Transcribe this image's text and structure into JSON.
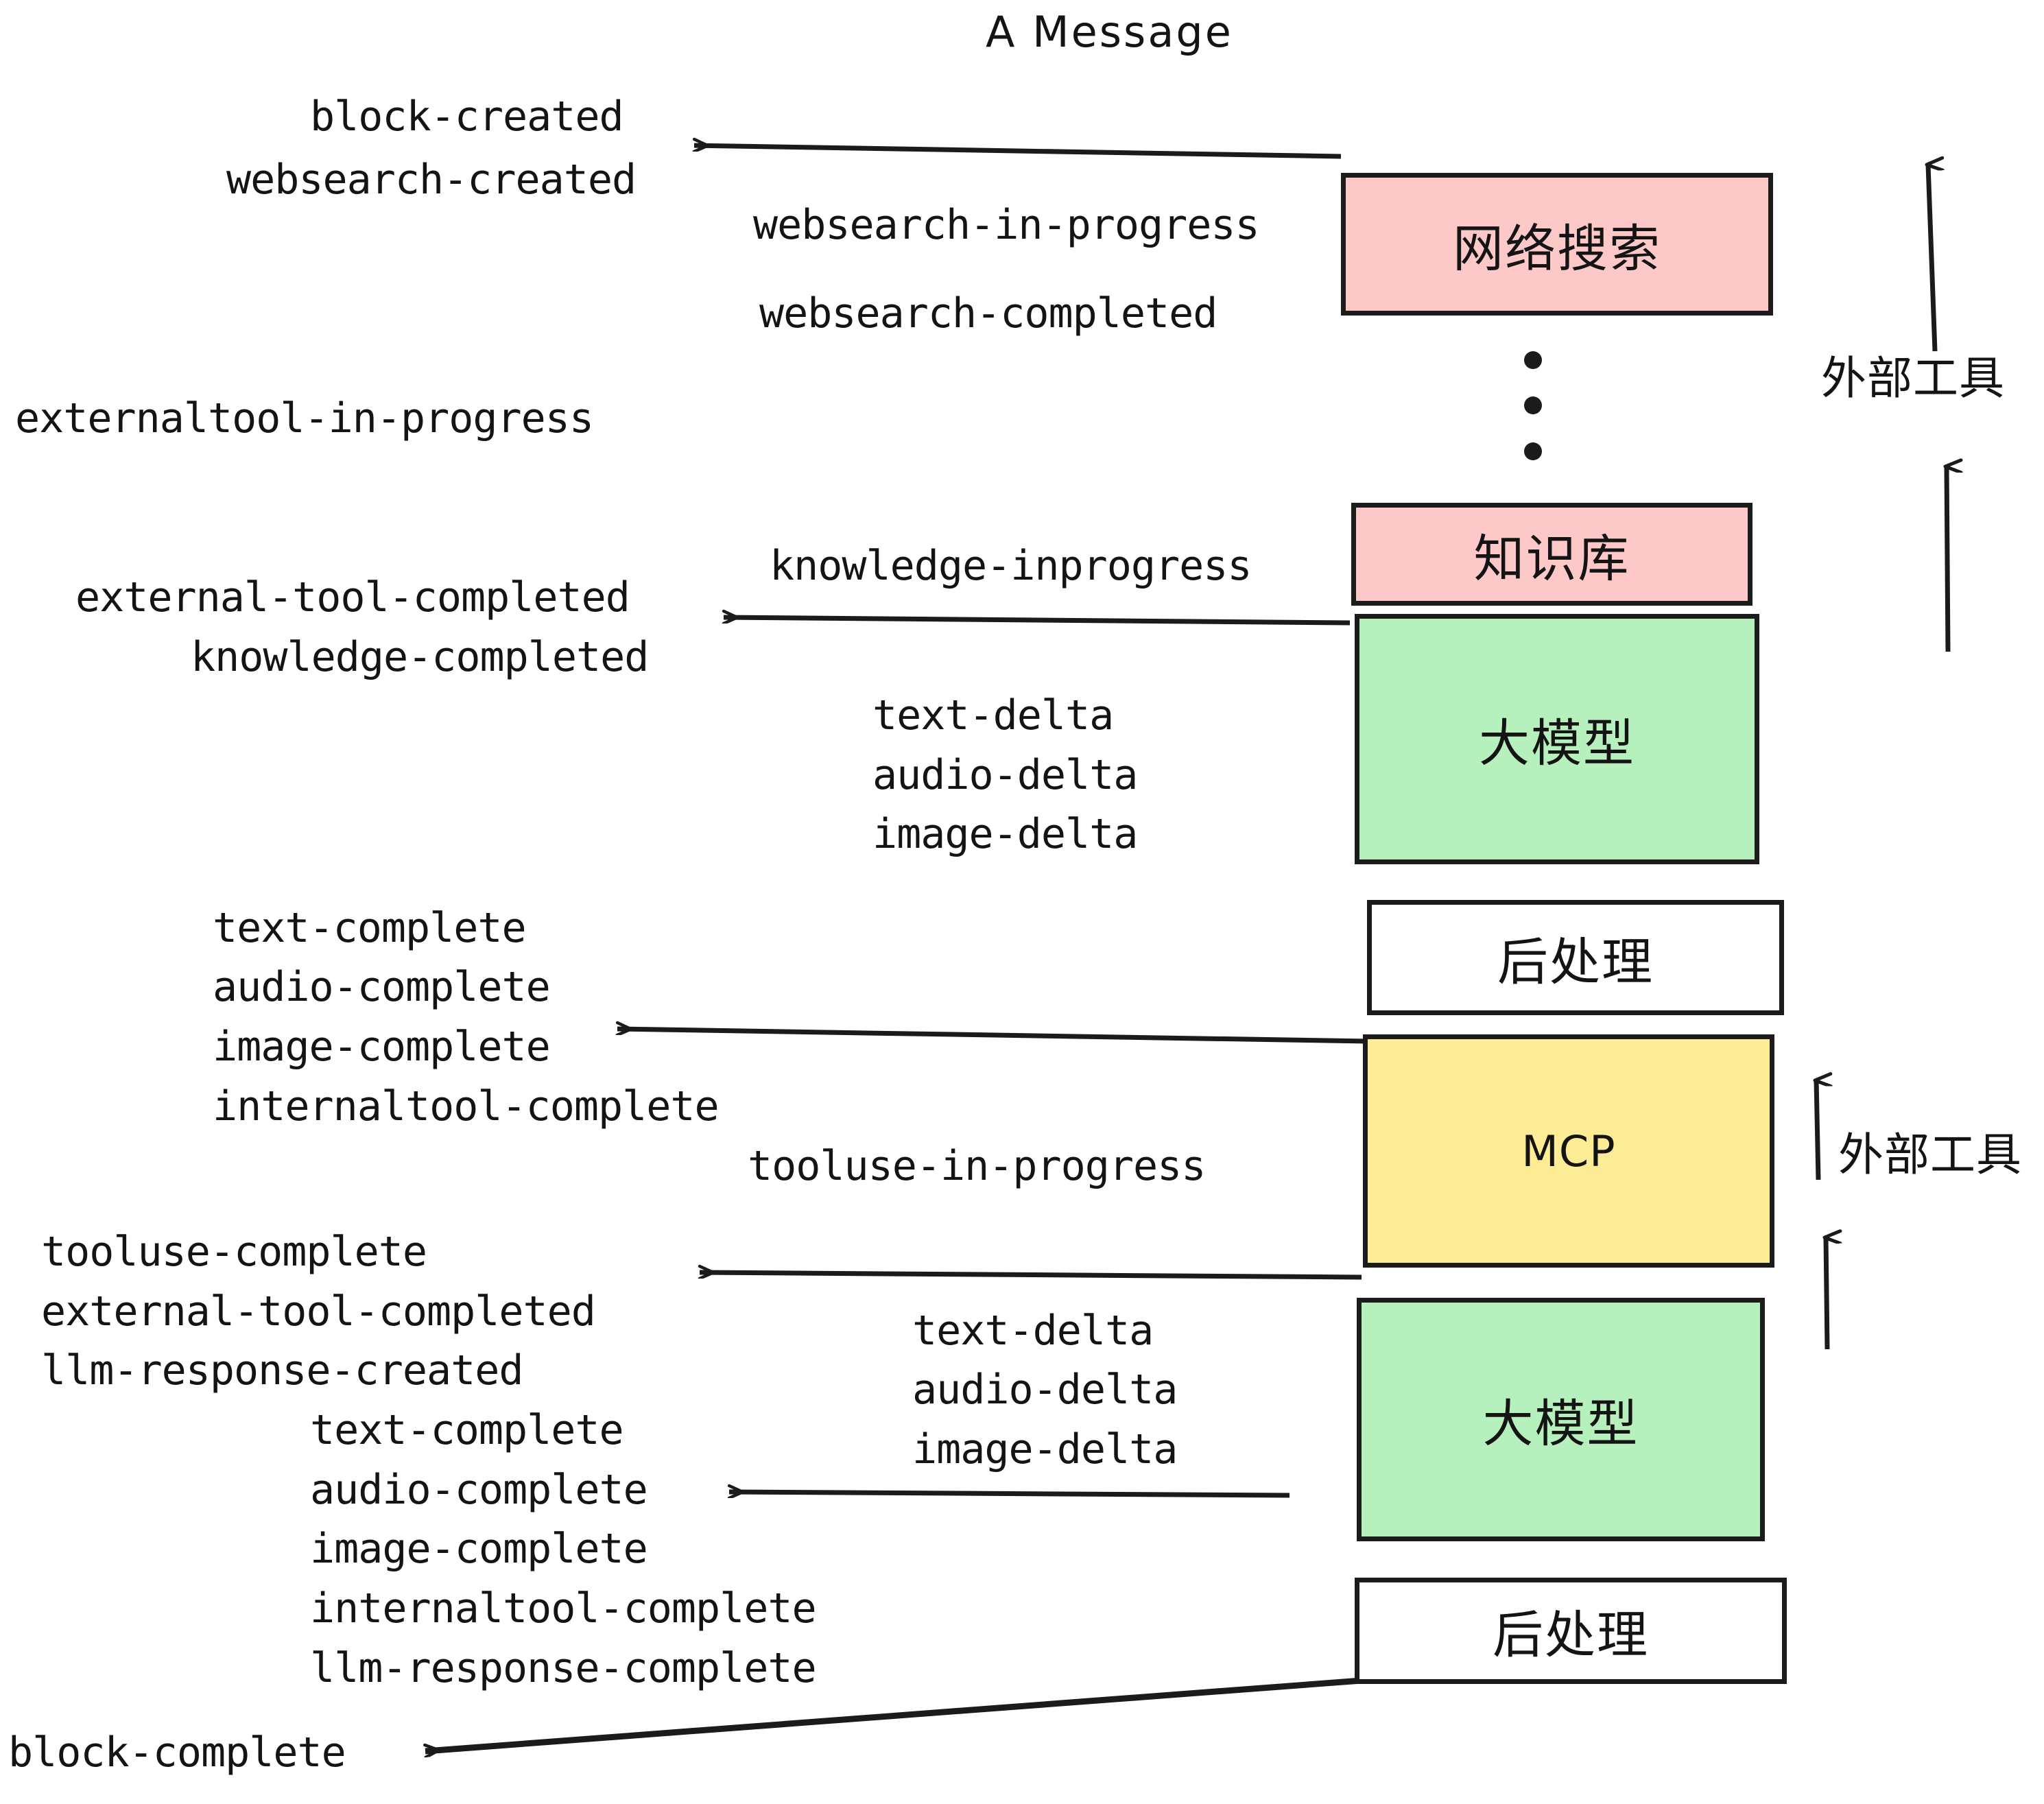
{
  "diagram": {
    "title": "A Message",
    "colors": {
      "pink": "#FDC8C8",
      "green": "#B6F0BD",
      "yellow": "#FCEC95",
      "white": "#FFFFFF",
      "stroke": "#1B1B1B",
      "text": "#141414",
      "background": "#FFFFFF"
    }
  },
  "nodes": [
    {
      "id": "websearch",
      "label": "网络搜索",
      "fill": "#FDC8C8"
    },
    {
      "id": "knowledge",
      "label": "知识库",
      "fill": "#FDC8C8"
    },
    {
      "id": "llm1",
      "label": "大模型",
      "fill": "#B6F0BD"
    },
    {
      "id": "postproc1",
      "label": "后处理",
      "fill": "#FFFFFF"
    },
    {
      "id": "mcp",
      "label": "MCP",
      "fill": "#FCEC95"
    },
    {
      "id": "llm2",
      "label": "大模型",
      "fill": "#B6F0BD"
    },
    {
      "id": "postproc2",
      "label": "后处理",
      "fill": "#FFFFFF"
    }
  ],
  "side_labels": [
    {
      "id": "external-tools-top",
      "label": "外部工具"
    },
    {
      "id": "external-tools-bottom",
      "label": "外部工具"
    }
  ],
  "events": [
    {
      "id": "block-created",
      "label": "block-created"
    },
    {
      "id": "websearch-created",
      "label": "websearch-created"
    },
    {
      "id": "websearch-in-progress",
      "label": "websearch-in-progress"
    },
    {
      "id": "websearch-completed",
      "label": "websearch-completed"
    },
    {
      "id": "externaltool-in-progress",
      "label": "externaltool-in-progress"
    },
    {
      "id": "knowledge-inprogress",
      "label": "knowledge-inprogress"
    },
    {
      "id": "external-tool-completed-1",
      "label": "external-tool-completed"
    },
    {
      "id": "knowledge-completed",
      "label": "knowledge-completed"
    },
    {
      "id": "text-delta-1",
      "label": "text-delta"
    },
    {
      "id": "audio-delta-1",
      "label": "audio-delta"
    },
    {
      "id": "image-delta-1",
      "label": "image-delta"
    },
    {
      "id": "text-complete-1",
      "label": "text-complete"
    },
    {
      "id": "audio-complete-1",
      "label": "audio-complete"
    },
    {
      "id": "image-complete-1",
      "label": "image-complete"
    },
    {
      "id": "internaltool-complete-1",
      "label": "internaltool-complete"
    },
    {
      "id": "tooluse-in-progress",
      "label": "tooluse-in-progress"
    },
    {
      "id": "tooluse-complete",
      "label": "tooluse-complete"
    },
    {
      "id": "external-tool-completed-2",
      "label": "external-tool-completed"
    },
    {
      "id": "llm-response-created",
      "label": "llm-response-created"
    },
    {
      "id": "text-delta-2",
      "label": "text-delta"
    },
    {
      "id": "audio-delta-2",
      "label": "audio-delta"
    },
    {
      "id": "image-delta-2",
      "label": "image-delta"
    },
    {
      "id": "text-complete-2",
      "label": "text-complete"
    },
    {
      "id": "audio-complete-2",
      "label": "audio-complete"
    },
    {
      "id": "image-complete-2",
      "label": "image-complete"
    },
    {
      "id": "internaltool-complete-2",
      "label": "internaltool-complete"
    },
    {
      "id": "llm-response-complete",
      "label": "llm-response-complete"
    },
    {
      "id": "block-complete",
      "label": "block-complete"
    }
  ]
}
